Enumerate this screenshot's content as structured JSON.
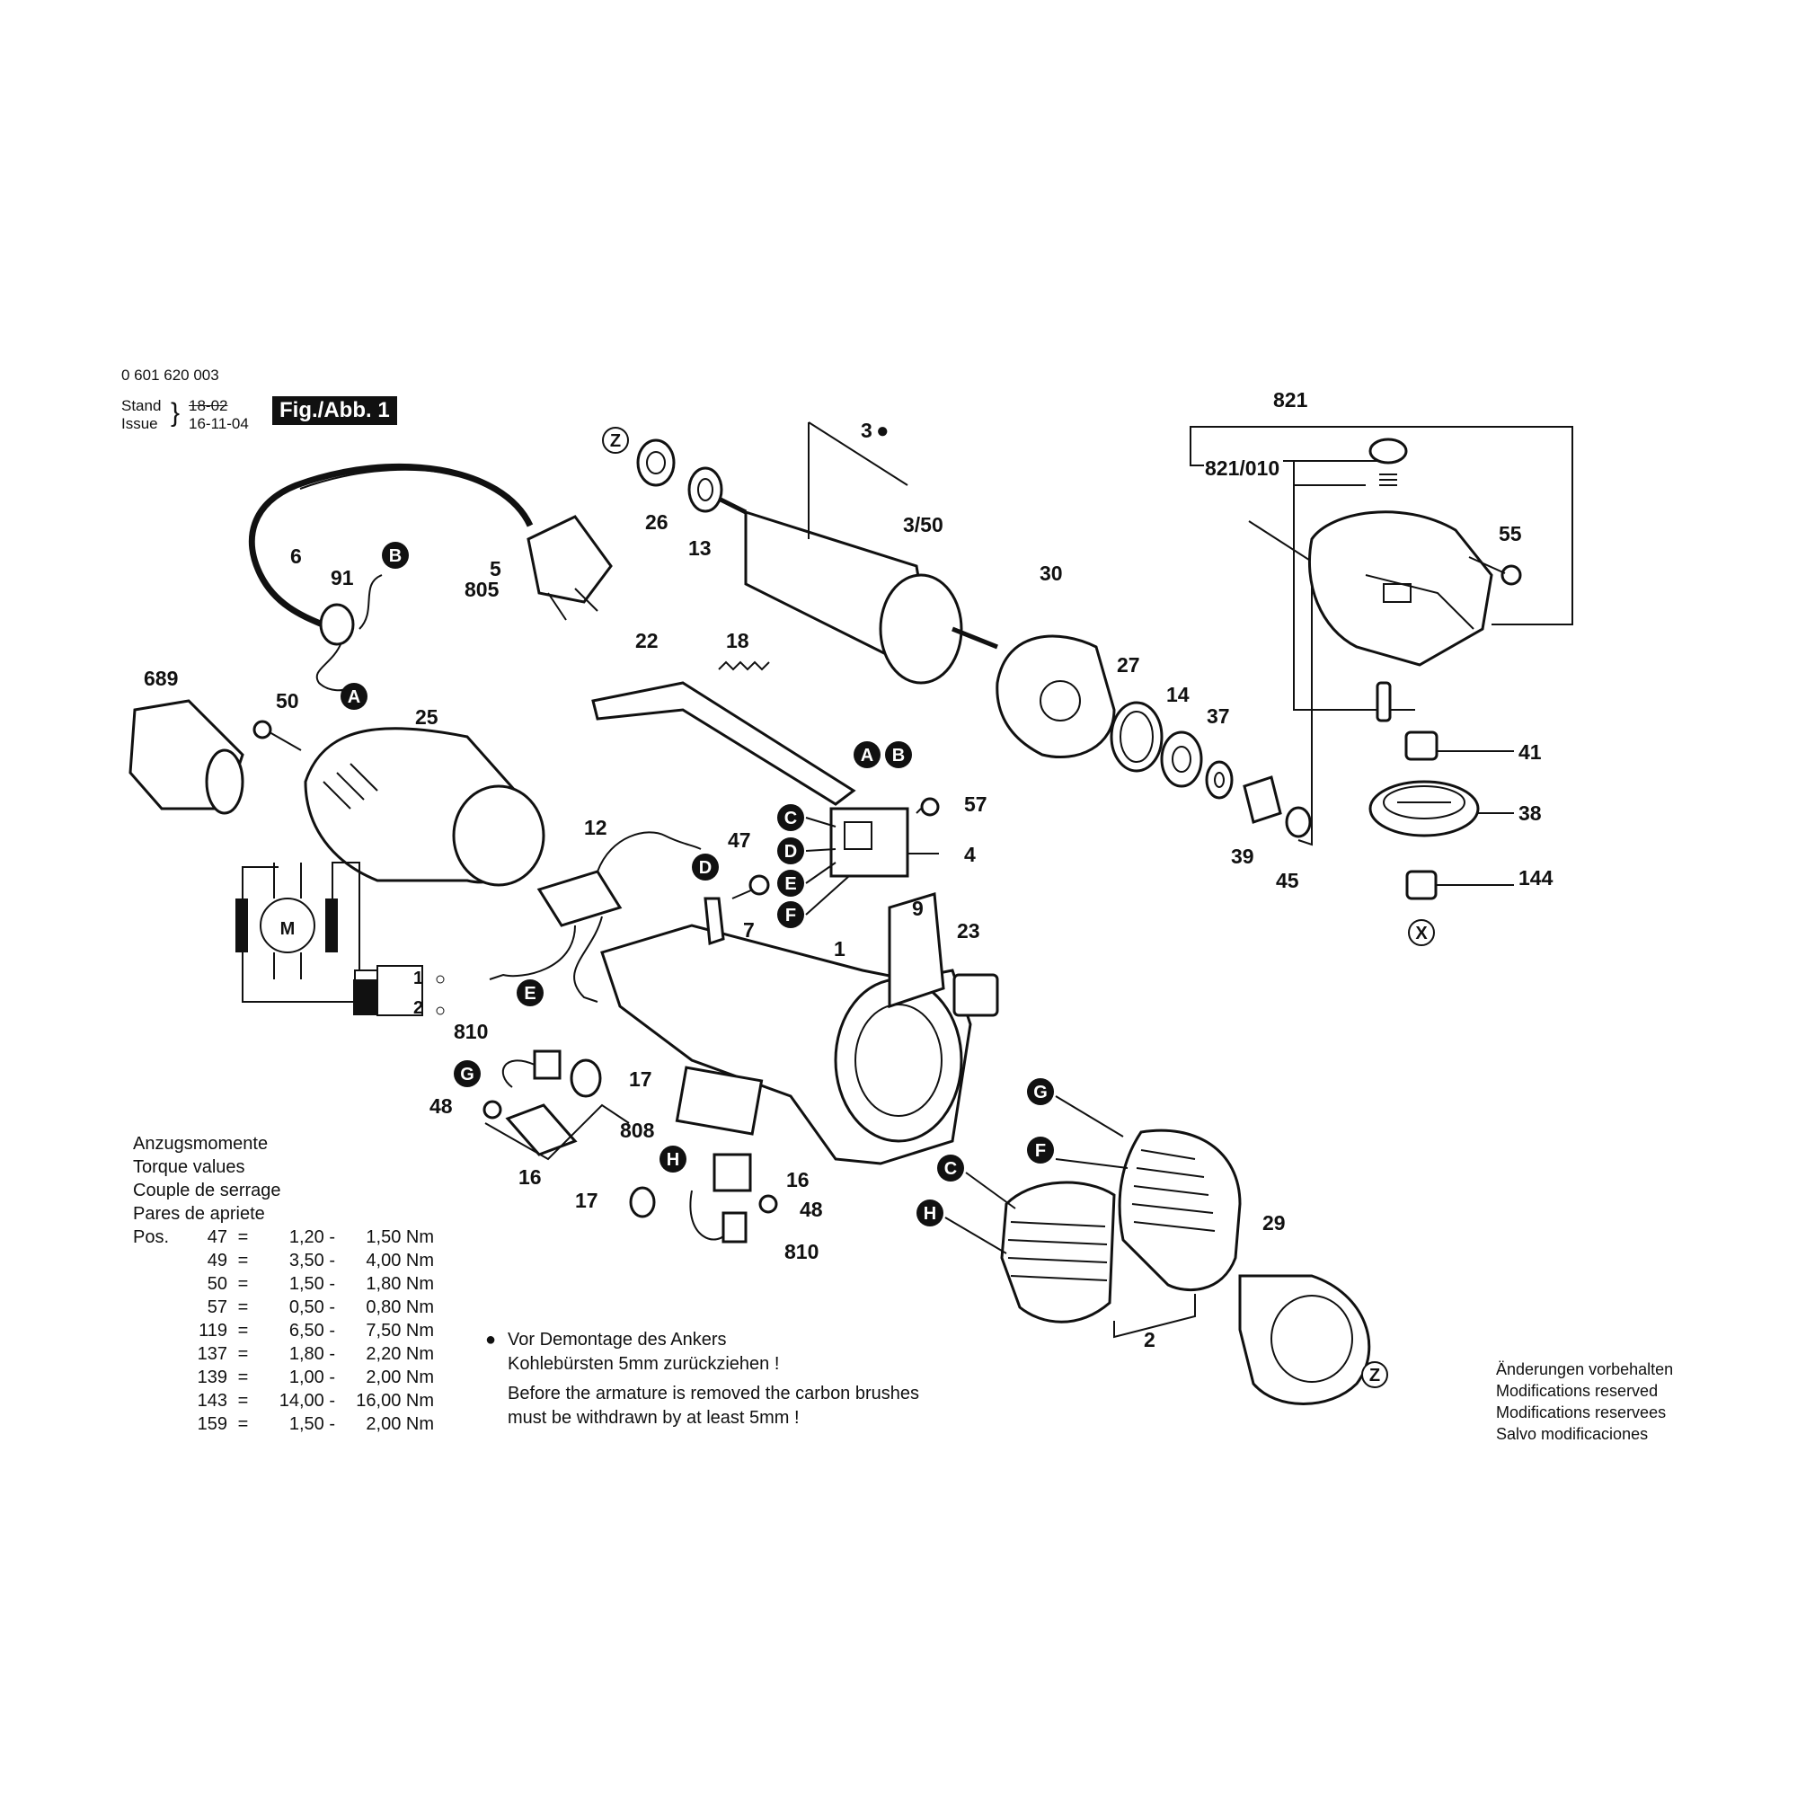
{
  "header": {
    "part_number": "0 601 620 003",
    "stand_label": "Stand",
    "issue_label": "Issue",
    "stand_value": "18-02",
    "issue_value": "16-11-04",
    "figure_label": "Fig./Abb. 1"
  },
  "callouts": [
    {
      "id": "c821",
      "text": "821"
    },
    {
      "id": "c821010",
      "text": "821/010"
    },
    {
      "id": "c55",
      "text": "55"
    },
    {
      "id": "c41",
      "text": "41"
    },
    {
      "id": "c38",
      "text": "38"
    },
    {
      "id": "c144",
      "text": "144"
    },
    {
      "id": "c3",
      "text": "3"
    },
    {
      "id": "c350",
      "text": "3/50"
    },
    {
      "id": "c26",
      "text": "26"
    },
    {
      "id": "c13",
      "text": "13"
    },
    {
      "id": "c30",
      "text": "30"
    },
    {
      "id": "c27",
      "text": "27"
    },
    {
      "id": "c14",
      "text": "14"
    },
    {
      "id": "c37",
      "text": "37"
    },
    {
      "id": "c39",
      "text": "39"
    },
    {
      "id": "c45",
      "text": "45"
    },
    {
      "id": "c6",
      "text": "6"
    },
    {
      "id": "c91",
      "text": "91"
    },
    {
      "id": "c5",
      "text": "5"
    },
    {
      "id": "c805",
      "text": "805"
    },
    {
      "id": "c22",
      "text": "22"
    },
    {
      "id": "c18",
      "text": "18"
    },
    {
      "id": "c689",
      "text": "689"
    },
    {
      "id": "c50",
      "text": "50"
    },
    {
      "id": "c25",
      "text": "25"
    },
    {
      "id": "c57",
      "text": "57"
    },
    {
      "id": "c4",
      "text": "4"
    },
    {
      "id": "c12",
      "text": "12"
    },
    {
      "id": "c47",
      "text": "47"
    },
    {
      "id": "c7",
      "text": "7"
    },
    {
      "id": "c9",
      "text": "9"
    },
    {
      "id": "c1",
      "text": "1"
    },
    {
      "id": "c23",
      "text": "23"
    },
    {
      "id": "c810a",
      "text": "810"
    },
    {
      "id": "c17a",
      "text": "17"
    },
    {
      "id": "c48a",
      "text": "48"
    },
    {
      "id": "c808",
      "text": "808"
    },
    {
      "id": "c16a",
      "text": "16"
    },
    {
      "id": "c17b",
      "text": "17"
    },
    {
      "id": "c16b",
      "text": "16"
    },
    {
      "id": "c48b",
      "text": "48"
    },
    {
      "id": "c810b",
      "text": "810"
    },
    {
      "id": "c29",
      "text": "29"
    },
    {
      "id": "c2",
      "text": "2"
    }
  ],
  "connectors": {
    "A": "A",
    "B": "B",
    "C": "C",
    "D": "D",
    "E": "E",
    "F": "F",
    "G": "G",
    "H": "H",
    "Z": "Z",
    "X": "X",
    "M": "M",
    "sw1": "1",
    "sw2": "2"
  },
  "torque": {
    "title_de": "Anzugsmomente",
    "title_en": "Torque values",
    "title_fr": "Couple de serrage",
    "title_es": "Pares de apriete",
    "pos_label": "Pos.",
    "rows": [
      {
        "pos": "47",
        "eq": "=",
        "min": "1,20 -",
        "max": "1,50 Nm"
      },
      {
        "pos": "49",
        "eq": "=",
        "min": "3,50 -",
        "max": "4,00 Nm"
      },
      {
        "pos": "50",
        "eq": "=",
        "min": "1,50 -",
        "max": "1,80 Nm"
      },
      {
        "pos": "57",
        "eq": "=",
        "min": "0,50 -",
        "max": "0,80 Nm"
      },
      {
        "pos": "119",
        "eq": "=",
        "min": "6,50 -",
        "max": "7,50 Nm"
      },
      {
        "pos": "137",
        "eq": "=",
        "min": "1,80 -",
        "max": "2,20 Nm"
      },
      {
        "pos": "139",
        "eq": "=",
        "min": "1,00 -",
        "max": "2,00 Nm"
      },
      {
        "pos": "143",
        "eq": "=",
        "min": "14,00 -",
        "max": "16,00 Nm"
      },
      {
        "pos": "159",
        "eq": "=",
        "min": "1,50 -",
        "max": "2,00 Nm"
      }
    ]
  },
  "note": {
    "bullet": "●",
    "de_line1": "Vor Demontage des Ankers",
    "de_line2": "Kohlebürsten 5mm zurückziehen !",
    "en_line1": "Before the armature is removed the carbon brushes",
    "en_line2": "must be withdrawn by at least 5mm !"
  },
  "reserved": {
    "de": "Änderungen vorbehalten",
    "en": "Modifications reserved",
    "fr": "Modifications reservees",
    "es": "Salvo modificaciones"
  }
}
